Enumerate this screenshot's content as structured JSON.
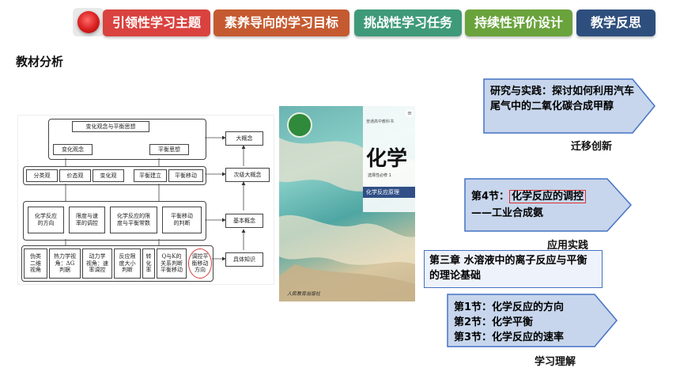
{
  "nav": {
    "tabs": [
      {
        "label": "引领性学习主题",
        "color": "#d9423f"
      },
      {
        "label": "素养导向的学习目标",
        "color": "#c55a30"
      },
      {
        "label": "挑战性学习任务",
        "color": "#3f9a7a"
      },
      {
        "label": "持续性评价设计",
        "color": "#6aa33c"
      },
      {
        "label": "教学反思",
        "color": "#2e4f7d"
      }
    ]
  },
  "section_title": "教材分析",
  "concept_map": {
    "top": "变化观念与平衡思想",
    "sub_left": "变化观念",
    "sub_right": "平衡思想",
    "row2": [
      "分类观",
      "价态观",
      "变化观",
      "平衡建立",
      "平衡移动"
    ],
    "row3": [
      "化学反应\n的方向",
      "限度与速\n率的调控",
      "化学反应的限\n度与平衡常数",
      "平衡移动\n的判断"
    ],
    "row4": [
      "伪类\n二维\n视角",
      "热力学视\n角：ΔG\n判据",
      "动力学\n视角：速\n率调控",
      "反应限\n度大小\n判断",
      "转\n化\n率",
      "Q与K的\n关系判断\n平衡移动",
      "调控平\n衡移动\n方向"
    ],
    "levels": [
      "大概念",
      "次级大概念",
      "基本概念",
      "具体知识"
    ]
  },
  "book": {
    "series": "普通高中教科书",
    "title": "化学",
    "volume": "选择性必修 1",
    "subtitle": "化学反应原理",
    "publisher": "人民教育出版社",
    "menu_glyph": "≡"
  },
  "boxes": {
    "research": "研究与实践：探讨如何利用汽车尾气中的二氧化碳合成甲醇",
    "research_caption": "迁移创新",
    "section4_prefix": "第4节：",
    "section4_highlight": "化学反应的调控",
    "section4_suffix": "——工业合成氨",
    "section4_caption": "应用实践",
    "chapter3": "第三章 水溶液中的离子反应与平衡的理论基础",
    "sections_1_3": [
      "第1节：化学反应的方向",
      "第2节：化学平衡",
      "第3节：化学反应的速率"
    ],
    "sections_caption": "学习理解"
  },
  "colors": {
    "box_fill": "#c7d6ec",
    "box_border": "#4472c4",
    "highlight": "#e03030"
  }
}
